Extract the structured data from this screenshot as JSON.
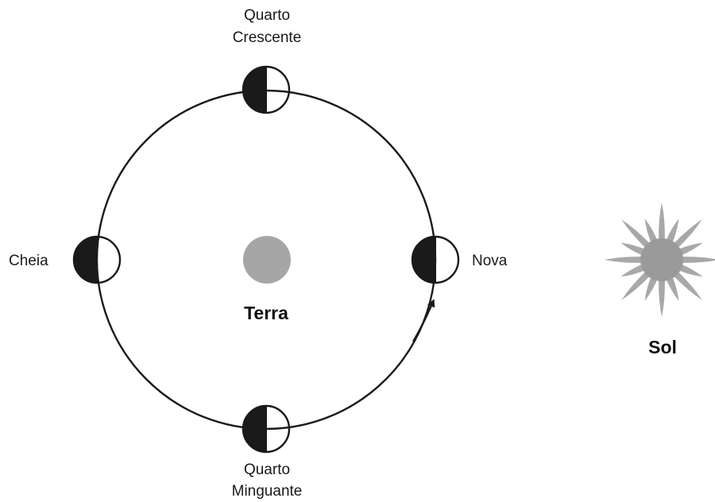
{
  "labels": {
    "quarto_crescente": [
      "Quarto",
      "Crescente"
    ],
    "quarto_minguante": [
      "Quarto",
      "Minguante"
    ],
    "cheia": "Cheia",
    "nova": "Nova",
    "terra": "Terra",
    "sol": "Sol"
  },
  "colors": {
    "orbit": "#1a1a1a",
    "moon_dark": "#1a1a1a",
    "moon_light": "#ffffff",
    "earth": "#a6a6a6",
    "sun_core": "#9a9a9a",
    "sun_rays": "#a8a8a8"
  }
}
